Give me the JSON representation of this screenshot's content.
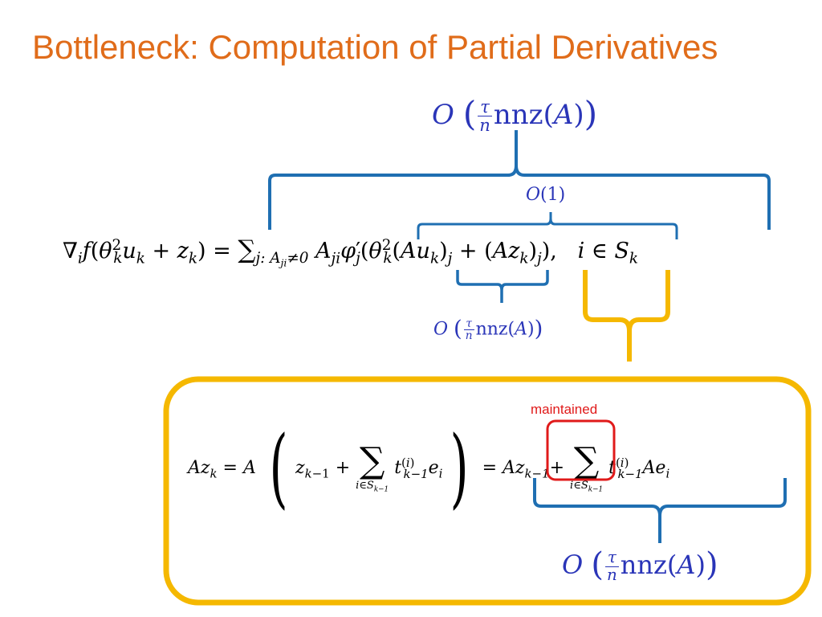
{
  "title": "Bottleneck: Computation of Partial Derivatives",
  "colors": {
    "title": "#e06c1a",
    "brace_blue": "#1f6fb2",
    "label_blue": "#2a35b8",
    "brace_yellow": "#f5b800",
    "box_yellow": "#f5b800",
    "highlight_red": "#e01a1a"
  },
  "labels": {
    "top_complexity": "O(τ/n nnz(A))",
    "mid_complexity": "O(1)",
    "left_inner_complexity": "O(τ/n nnz(A))",
    "bottom_complexity": "O(τ/n nnz(A))"
  },
  "equations": {
    "gradient": "∇_i f(θ_k^2 u_k + z_k) = Σ_{j: A_ji≠0} A_ji φ'_j(θ_k^2(Au_k)_j + (Az_k)_j),  i ∈ S_k",
    "update": "Az_k = A(z_{k−1} + Σ_{i∈S_{k−1}} t_{k−1}^{(i)} e_i) = Az_{k−1} + Σ_{i∈S_{k−1}} t_{k−1}^{(i)} Ae_i"
  },
  "annotation": "maintained"
}
